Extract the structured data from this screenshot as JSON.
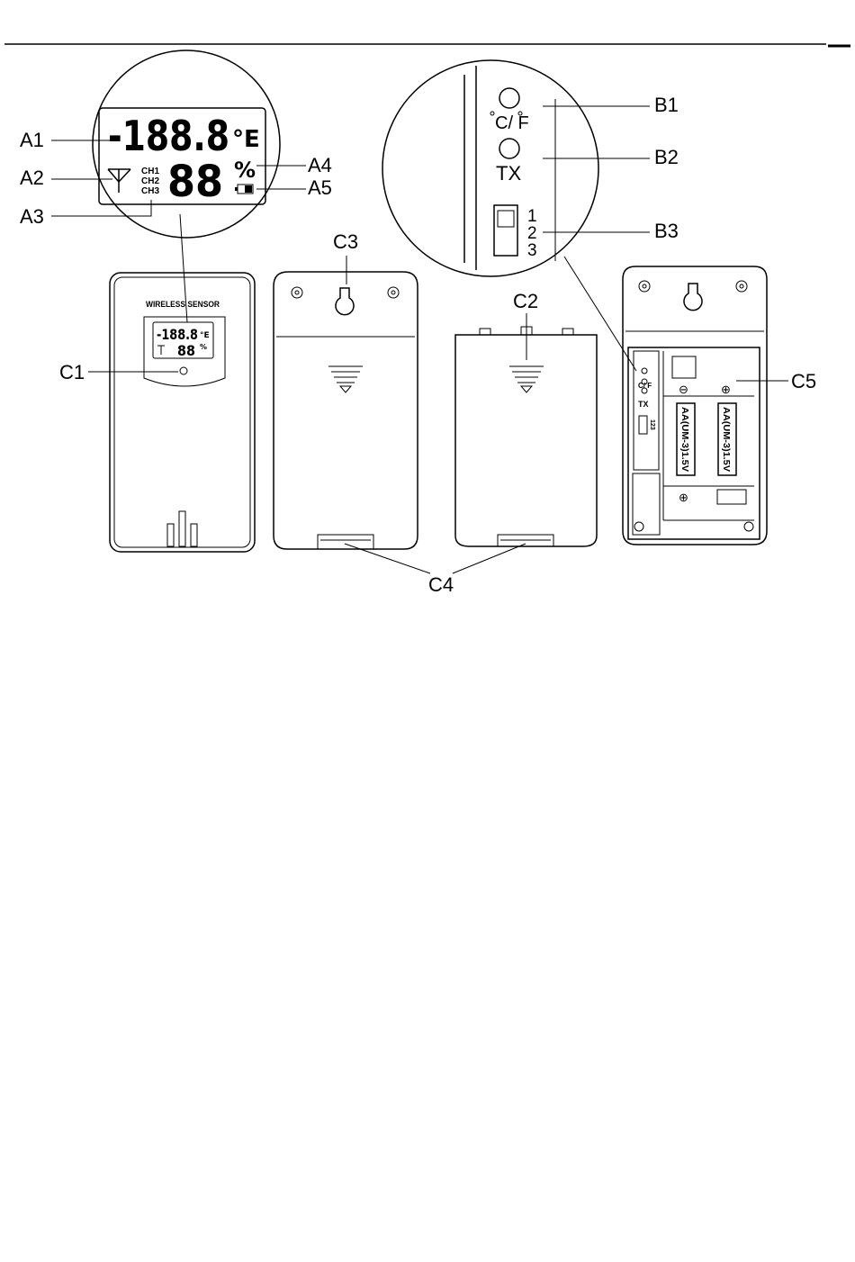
{
  "callouts": {
    "A1": "A1",
    "A2": "A2",
    "A3": "A3",
    "A4": "A4",
    "A5": "A5",
    "B1": "B1",
    "B2": "B2",
    "B3": "B3",
    "C1": "C1",
    "C2": "C2",
    "C3": "C3",
    "C4": "C4",
    "C5": "C5"
  },
  "lcd": {
    "temperature": "-188.8",
    "temp_unit": "°E",
    "humidity": "88",
    "humidity_unit": "%",
    "channels": [
      "CH1",
      "CH2",
      "CH3"
    ]
  },
  "buttons": {
    "unit_toggle": "C/ F",
    "transmit": "TX",
    "channel_numbers": [
      "1",
      "2",
      "3"
    ]
  },
  "sensor": {
    "brand_label": "WIRELESS SENSOR",
    "mini_temperature": "-188.8",
    "mini_temp_unit": "°E",
    "mini_humidity": "88",
    "mini_humidity_unit": "%"
  },
  "battery_compartment": {
    "unit_label": "C/ F",
    "tx_label": "TX",
    "switch_label": "123",
    "battery_label": "AA(UM-3)1.5V",
    "plus_sign": "⊕",
    "minus_sign": "⊖"
  }
}
